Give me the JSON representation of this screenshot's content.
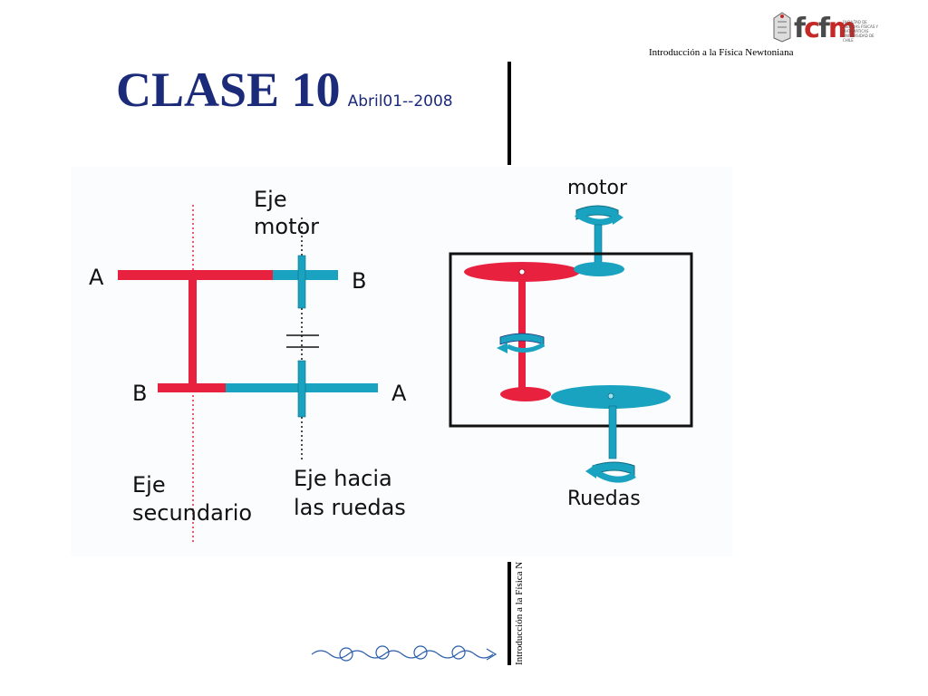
{
  "header": {
    "title": "CLASE 10",
    "date": "Abril01--2008",
    "course": "Introducción a la  Física Newtoniana",
    "logo": "fcfm",
    "logo_small_text": "FACULTAD DE CIENCIAS FÍSICAS Y MATEMÁTICAS UNIVERSIDAD DE CHILE"
  },
  "vertical_course": "Introducción a la  Física Newtoniana",
  "diagram_left": {
    "label_eje_motor_1": "Eje",
    "label_eje_motor_2": "motor",
    "label_a_top": "A",
    "label_b_top": "B",
    "label_b_bottom": "B",
    "label_a_bottom": "A",
    "label_eje_sec_1": "Eje",
    "label_eje_sec_2": "secundario",
    "label_eje_ruedas_1": "Eje hacia",
    "label_eje_ruedas_2": "las ruedas"
  },
  "diagram_right": {
    "label_motor": "motor",
    "label_ruedas": "Ruedas"
  },
  "colors": {
    "red": "#e8213e",
    "cyan": "#1aa3c0",
    "title": "#1c2a7a"
  }
}
